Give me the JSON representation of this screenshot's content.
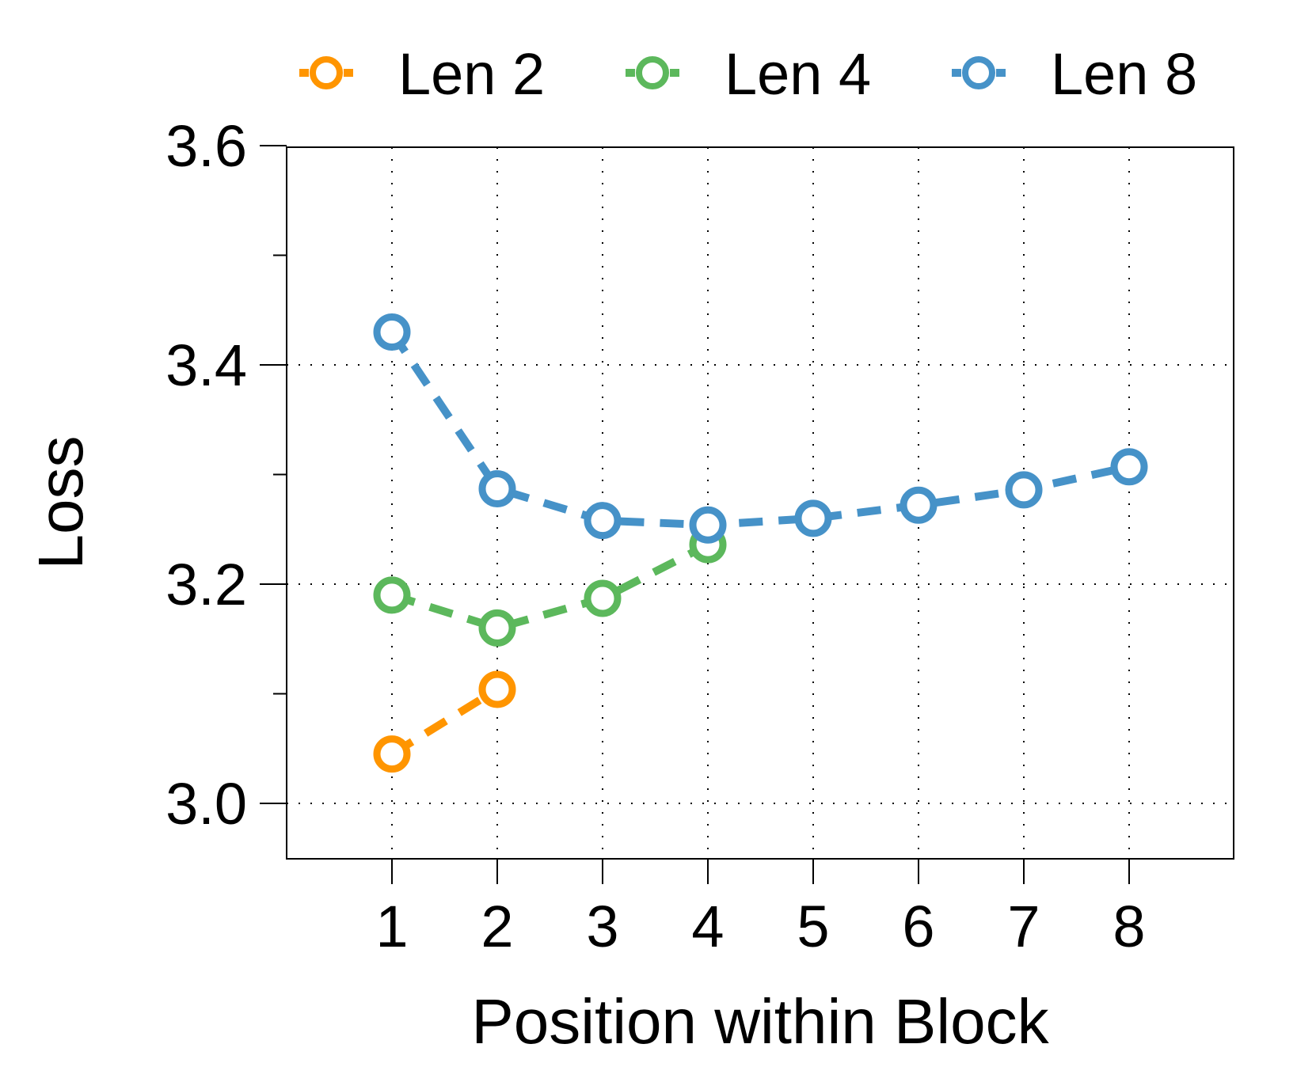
{
  "chart_data": {
    "type": "line",
    "title": "",
    "xlabel": "Position within Block",
    "ylabel": "Loss",
    "x": [
      1,
      2,
      3,
      4,
      5,
      6,
      7,
      8
    ],
    "xticks": [
      "1",
      "2",
      "3",
      "4",
      "5",
      "6",
      "7",
      "8"
    ],
    "yticks": [
      "3.0",
      "3.2",
      "3.4",
      "3.6"
    ],
    "ylim": [
      2.95,
      3.6
    ],
    "xlim": [
      0,
      9
    ],
    "grid": "dotted at integer x and major y ticks",
    "legend_position": "top, horizontal, outside plot",
    "series": [
      {
        "name": "Len 2",
        "color": "#FF9500",
        "x": [
          1,
          2
        ],
        "values": [
          3.045,
          3.104
        ]
      },
      {
        "name": "Len 4",
        "color": "#5CB85C",
        "x": [
          1,
          2,
          3,
          4
        ],
        "values": [
          3.19,
          3.16,
          3.187,
          3.236
        ]
      },
      {
        "name": "Len 8",
        "color": "#4692C8",
        "x": [
          1,
          2,
          3,
          4,
          5,
          6,
          7,
          8
        ],
        "values": [
          3.43,
          3.287,
          3.258,
          3.254,
          3.26,
          3.272,
          3.286,
          3.307
        ]
      }
    ]
  },
  "legend": {
    "items": [
      {
        "label": "Len 2",
        "color": "#FF9500"
      },
      {
        "label": "Len 4",
        "color": "#5CB85C"
      },
      {
        "label": "Len 8",
        "color": "#4692C8"
      }
    ]
  },
  "axes": {
    "xlabel": "Position within Block",
    "ylabel": "Loss",
    "xticks": [
      "1",
      "2",
      "3",
      "4",
      "5",
      "6",
      "7",
      "8"
    ],
    "yticks": [
      "3.0",
      "3.2",
      "3.4",
      "3.6"
    ]
  }
}
